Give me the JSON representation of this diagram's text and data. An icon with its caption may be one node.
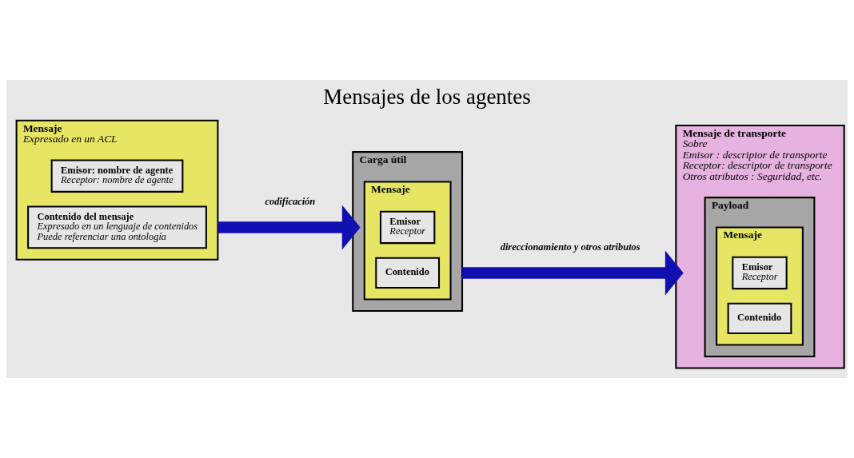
{
  "diagram": {
    "title": "Mensajes de los agentes",
    "nodes": [
      {
        "text": [
          "Mensaje",
          "Expresado en un ACL"
        ]
      },
      {
        "text": [
          "Emisor: nombre de agente",
          "Receptor: nombre de agente"
        ],
        "in": 0
      },
      {
        "text": [
          "Contenido del mensaje",
          "Expresado en un lenguaje de contenidos",
          "Puede referenciar una ontología"
        ],
        "in": 0
      },
      {
        "text": [
          "Carga útil"
        ]
      },
      {
        "text": [
          "Mensaje"
        ],
        "in": 3
      },
      {
        "text": [
          "Emisor",
          "Receptor"
        ],
        "in": 4
      },
      {
        "text": [
          "Contenido"
        ],
        "in": 4
      },
      {
        "text": [
          "Mensaje de transporte",
          "Sobre",
          "Emisor : descriptor de transporte",
          "Receptor: descriptor de transporte",
          "Otros atributos : Seguridad, etc."
        ]
      },
      {
        "text": [
          "Payload"
        ],
        "in": 7
      },
      {
        "text": [
          "Mensaje"
        ],
        "in": 8
      },
      {
        "text": [
          "Emisor",
          "Receptor"
        ],
        "in": 9
      },
      {
        "text": [
          "Contenido"
        ],
        "in": 9
      }
    ],
    "edges": [
      {
        "from": 0,
        "to": 3,
        "arrow": "to",
        "label": "codificación"
      },
      {
        "from": 3,
        "to": 7,
        "arrow": "to",
        "label": "direccionamiento y otros atributos"
      }
    ]
  }
}
